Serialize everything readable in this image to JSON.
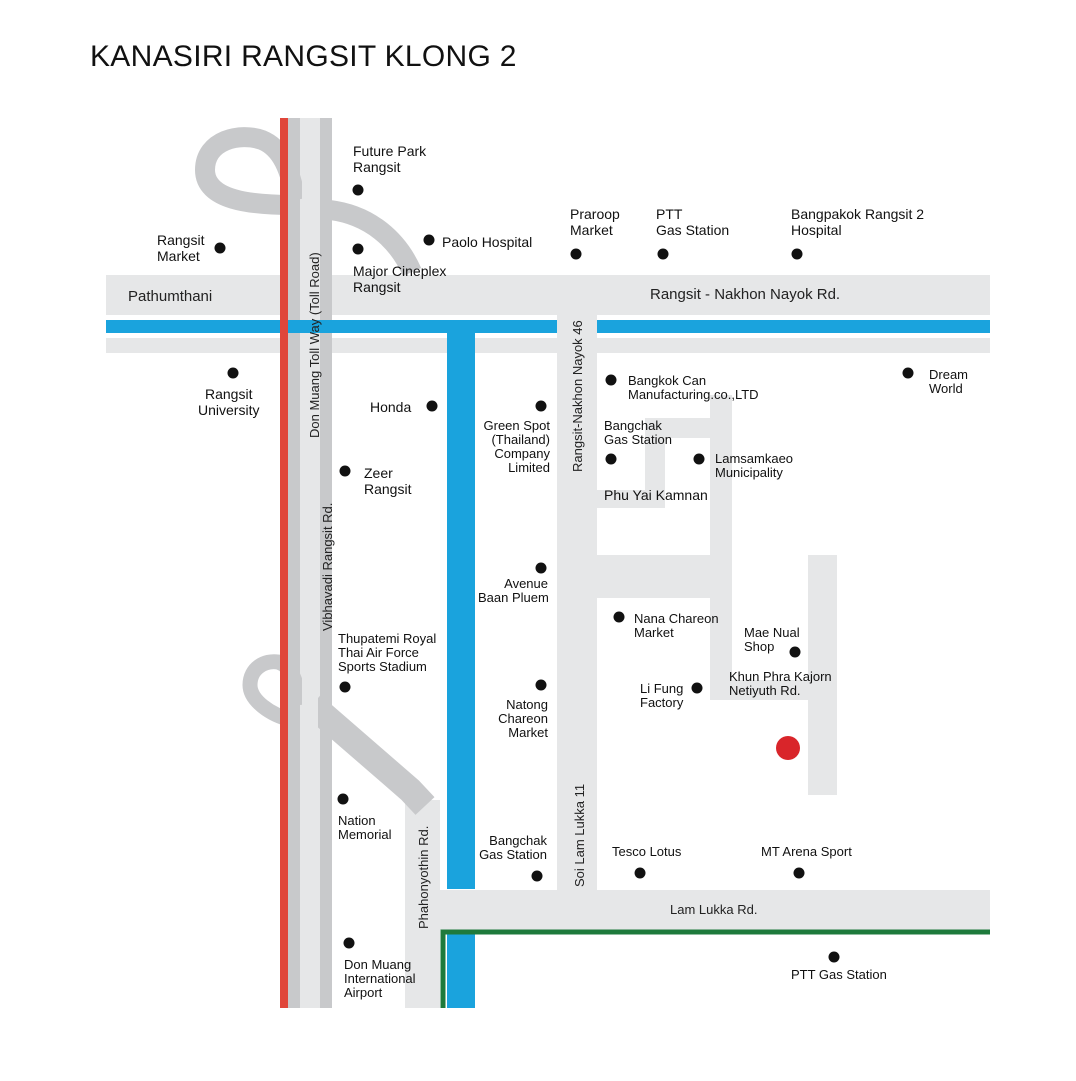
{
  "title": "KANASIRI RANGSIT KLONG 2",
  "colors": {
    "road": "#e6e7e8",
    "road_ramp": "#c8c9cb",
    "canal": "#1aa3dd",
    "rail_red": "#e0463a",
    "rail_green": "#1e7a3c",
    "marker": "#111111",
    "target": "#d9252a"
  },
  "roads": {
    "pathumthani": "Pathumthani",
    "rangsit_nakhon_nayok": "Rangsit - Nakhon Nayok Rd.",
    "don_muang_tollway": "Don Muang Toll Way (Toll Road)",
    "vibhavadi": "Vibhavadi Rangsit Rd.",
    "rangsit_nakhon_nayok_46": "Rangsit-Nakhon Nayok 46",
    "soi_lam_lukka_11": "Soi Lam Lukka 11",
    "phahonyothin": "Phahonyothin Rd.",
    "lam_lukka": "Lam Lukka Rd.",
    "phu_yai_kamnan": "Phu Yai Kamnan",
    "khun_phra_kajorn": "Khun Phra Kajorn\nNetiyuth Rd."
  },
  "places": {
    "future_park": "Future Park\nRangsit",
    "rangsit_market": "Rangsit\nMarket",
    "paolo_hospital": "Paolo Hospital",
    "major_cineplex": "Major Cineplex\nRangsit",
    "praroop_market": "Praroop\nMarket",
    "ptt_gas_station_top": "PTT\nGas Station",
    "bangpakok_hospital": "Bangpakok Rangsit 2\nHospital",
    "rangsit_university": "Rangsit\nUniversity",
    "honda": "Honda",
    "green_spot": "Green Spot\n(Thailand)\nCompany\nLimited",
    "bangkok_can": "Bangkok Can\nManufacturing.co.,LTD",
    "bangchak_gas_top": "Bangchak\nGas Station",
    "lamsamkaeo": "Lamsamkaeo\nMunicipality",
    "dream_world": "Dream\nWorld",
    "zeer_rangsit": "Zeer\nRangsit",
    "avenue_baan_pluem": "Avenue\nBaan Pluem",
    "nana_chareon": "Nana Chareon\nMarket",
    "mae_nual_shop": "Mae Nual\nShop",
    "thupatemi": "Thupatemi Royal\nThai Air Force\nSports Stadium",
    "li_fung": "Li Fung\nFactory",
    "natong_chareon": "Natong\nChareon\nMarket",
    "nation_memorial": "Nation\nMemorial",
    "bangchak_gas_bottom": "Bangchak\nGas Station",
    "tesco_lotus": "Tesco Lotus",
    "mt_arena": "MT Arena Sport",
    "don_muang_airport": "Don Muang\nInternational\nAirport",
    "ptt_gas_station_bottom": "PTT Gas Station"
  }
}
